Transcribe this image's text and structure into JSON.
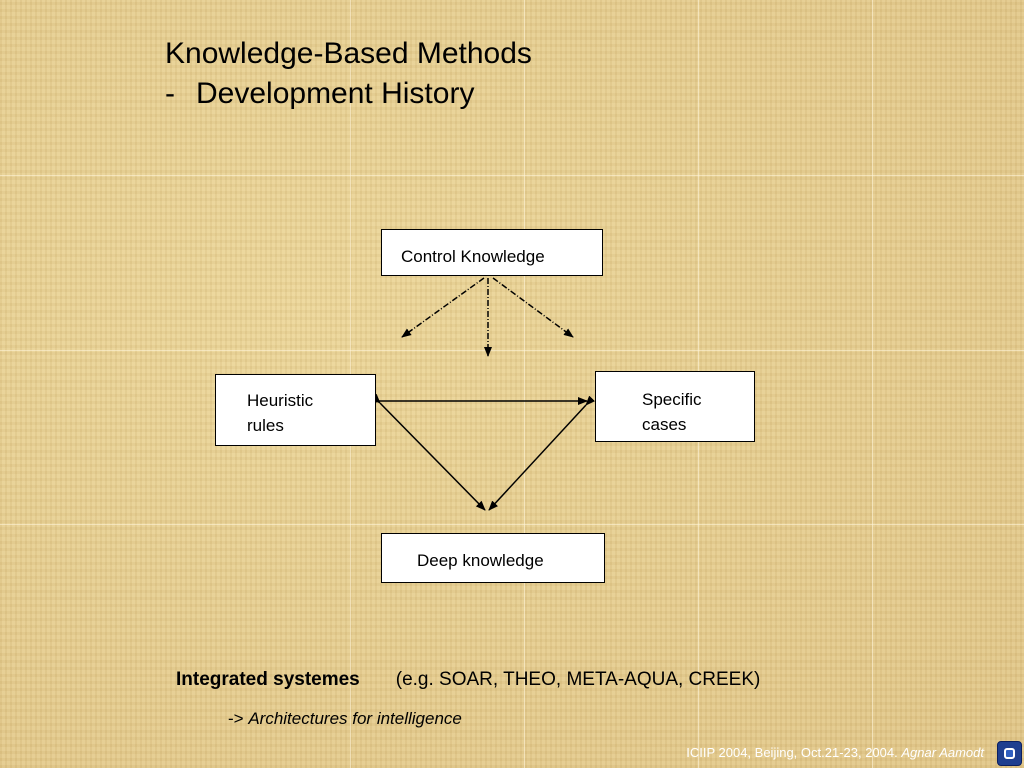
{
  "slide": {
    "title_line1": "Knowledge-Based Methods",
    "title_dash": "-",
    "title_line2": "Development History"
  },
  "diagram": {
    "control_knowledge": "Control Knowledge",
    "heuristic_line1": "Heuristic",
    "heuristic_line2": "rules",
    "specific_line1": "Specific",
    "specific_line2": "cases",
    "deep_knowledge": "Deep knowledge"
  },
  "integrated": {
    "label": "Integrated systemes",
    "examples": "(e.g. SOAR, THEO, META-AQUA, CREEK)"
  },
  "architectures": {
    "arrow": "->",
    "text": "Architectures for intelligence"
  },
  "footer": {
    "event": "ICIIP 2004, Beijing, Oct.21-23, 2004.",
    "author": "Agnar Aamodt"
  },
  "colors": {
    "background": "#e6cf94",
    "nav_button": "#1f3f8f"
  }
}
